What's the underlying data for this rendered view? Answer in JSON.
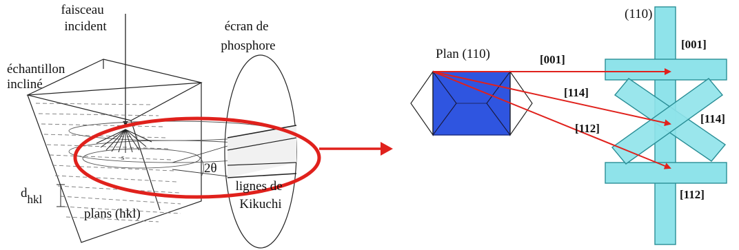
{
  "left": {
    "beam_label_line1": "faisceau",
    "beam_label_line2": "incident",
    "sample_label_line1": "échantillon",
    "sample_label_line2": "incliné",
    "screen_label_line1": "écran de",
    "screen_label_line2": "phosphore",
    "angle_label": "2θ",
    "kikuchi_label_line1": "lignes de",
    "kikuchi_label_line2": "Kikuchi",
    "dhkl_main": "d",
    "dhkl_sub": "hkl",
    "planes_label": "plans (hkl)",
    "origin_mark": "s"
  },
  "right": {
    "plane_label": "Plan (110)",
    "top_label": "(110)",
    "directions": [
      {
        "label_arrow": "[001]",
        "label_bar": "[001]"
      },
      {
        "label_arrow": "[114]",
        "label_bar": "[114]"
      },
      {
        "label_arrow": "[112]",
        "label_bar": "[112]"
      }
    ]
  },
  "colors": {
    "highlight_ellipse": "#e0211c",
    "arrows": "#e0211c",
    "crystal_face": "#2f55e0",
    "bands": "#8fe3ea",
    "band_edge": "#2a8e96"
  }
}
